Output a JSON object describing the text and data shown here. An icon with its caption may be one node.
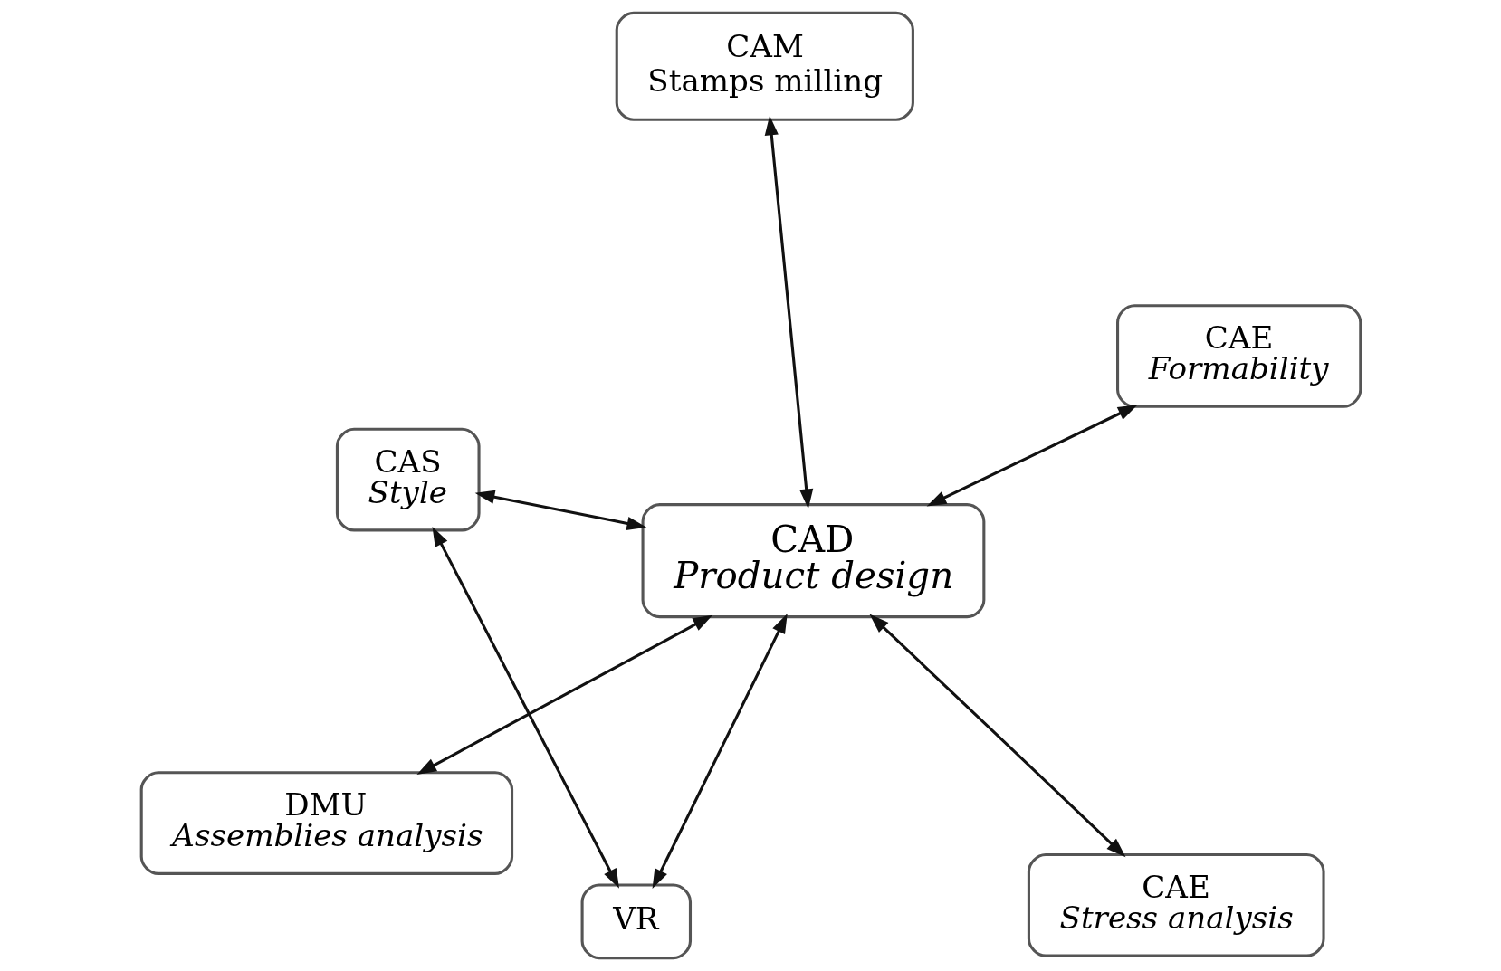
{
  "diagram": {
    "nodes": [
      {
        "text": [
          "CAS",
          "Style"
        ]
      },
      {
        "text": [
          "VR"
        ]
      },
      {
        "text": [
          "CAE",
          "Stress analysis"
        ]
      },
      {
        "text": [
          "CAD",
          "Product design"
        ]
      },
      {
        "text": [
          "CAE",
          "Formability"
        ]
      },
      {
        "text": [
          "CAM",
          "Stamps milling"
        ]
      },
      {
        "text": [
          "DMU",
          "Assemblies analysis"
        ]
      }
    ],
    "edges": [
      {
        "from": 0,
        "to": 1,
        "arrow": "both"
      },
      {
        "from": 0,
        "to": 3,
        "arrow": "both"
      },
      {
        "from": 1,
        "to": 3,
        "arrow": "both"
      },
      {
        "from": 2,
        "to": 3,
        "arrow": "both"
      },
      {
        "from": 5,
        "to": 3,
        "arrow": "both"
      },
      {
        "from": 6,
        "to": 3,
        "arrow": "both"
      },
      {
        "from": 4,
        "to": 3,
        "arrow": "both"
      }
    ]
  }
}
